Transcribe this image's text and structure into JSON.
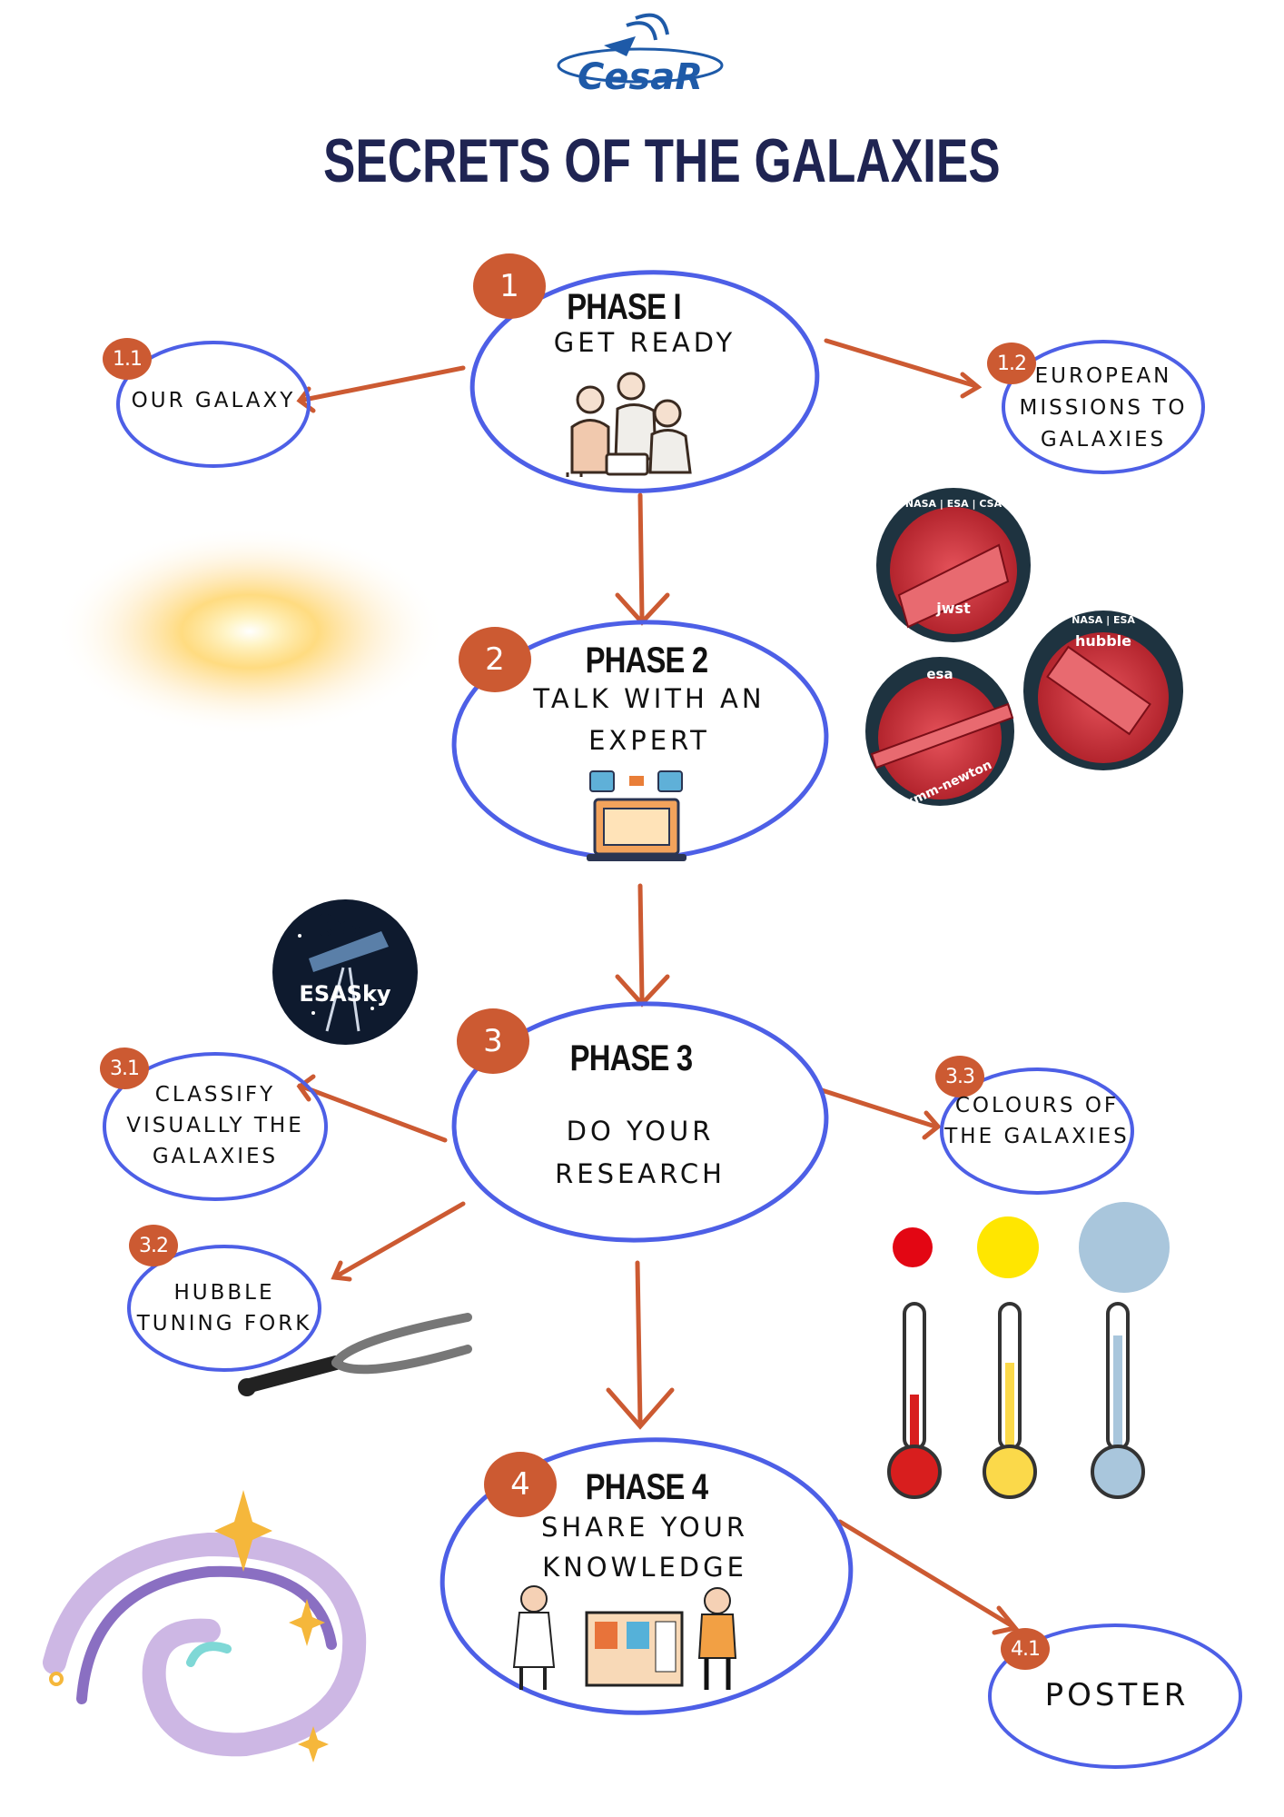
{
  "logo": {
    "text": "CesaR"
  },
  "title": "SECRETS OF THE GALAXIES",
  "colors": {
    "accent": "#cc5a32",
    "ellipse": "#4d5fe6",
    "title": "#1f2452"
  },
  "phases": [
    {
      "badge": "1",
      "title": "PHASE I",
      "lines": [
        "GET READY"
      ]
    },
    {
      "badge": "2",
      "title": "PHASE 2",
      "lines": [
        "TALK WITH AN",
        "EXPERT"
      ]
    },
    {
      "badge": "3",
      "title": "PHASE 3",
      "lines": [
        "DO YOUR",
        "RESEARCH"
      ]
    },
    {
      "badge": "4",
      "title": "PHASE 4",
      "lines": [
        "SHARE YOUR",
        "KNOWLEDGE"
      ]
    }
  ],
  "subtopics": [
    {
      "badge": "1.1",
      "lines": [
        "OUR GALAXY"
      ]
    },
    {
      "badge": "1.2",
      "lines": [
        "EUROPEAN",
        "MISSIONS TO",
        "GALAXIES"
      ]
    },
    {
      "badge": "3.1",
      "lines": [
        "CLASSIFY",
        "VISUALLY THE",
        "GALAXIES"
      ]
    },
    {
      "badge": "3.2",
      "lines": [
        "HUBBLE",
        "TUNING FORK"
      ]
    },
    {
      "badge": "3.3",
      "lines": [
        "COLOURS OF",
        "THE GALAXIES"
      ]
    },
    {
      "badge": "4.1",
      "lines": [
        "POSTER"
      ]
    }
  ],
  "badges_mission": {
    "jwst": "jwst",
    "jwst_top": "NASA | ESA | CSA",
    "hubble": "hubble",
    "hubble_top": "NASA | ESA",
    "xmm": "xmm-newton",
    "xmm_top": "esa"
  },
  "esasky": {
    "org": "esa",
    "name": "ESASky"
  },
  "icons": [
    "team-illustration",
    "video-call-icon",
    "poster-presentation-icon",
    "spiral-galaxy-icon",
    "tuning-fork-icon",
    "thermometer-icon",
    "galaxy-glow-image"
  ],
  "temperature_colors": [
    "#e30613",
    "#ffe600",
    "#a9c6dc"
  ]
}
